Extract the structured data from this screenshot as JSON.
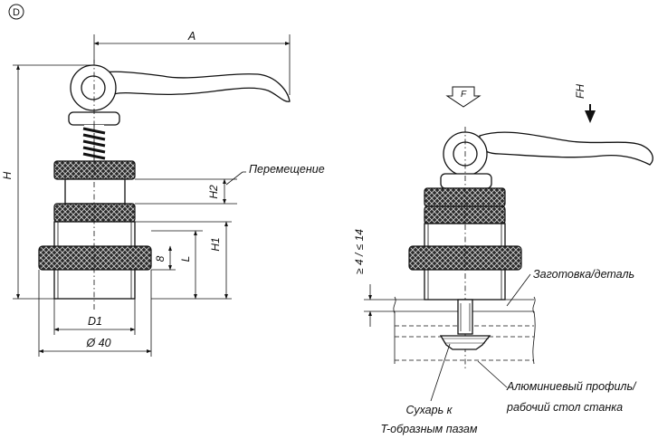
{
  "view_marker": "D",
  "labels": {
    "A": "A",
    "H": "H",
    "H1": "H1",
    "H2": "H2",
    "L": "L",
    "eight": "8",
    "D1": "D1",
    "d40": "Ø 40",
    "displacement": "Перемещение",
    "F": "F",
    "FH": "FH",
    "range": "≥ 4 / ≤ 14",
    "workpiece": "Заготовка/деталь",
    "profile_line1": "Алюминиевый профиль/",
    "profile_line2": "рабочий стол станка",
    "nut_line1": "Сухарь к",
    "nut_line2": "T-образным пазам"
  }
}
